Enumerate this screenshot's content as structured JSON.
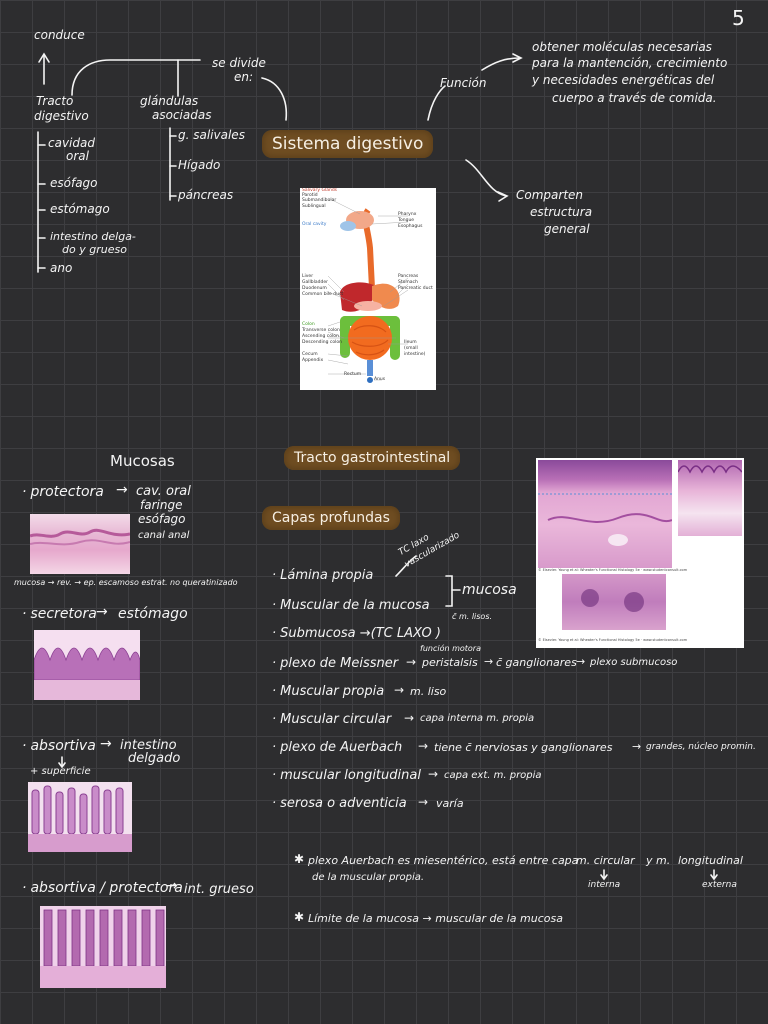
{
  "page_number": "5",
  "title": "Sistema digestivo",
  "top": {
    "conduce": "conduce",
    "se_divide": "se divide",
    "en": "en:",
    "funcion": "Función",
    "funcion_text": [
      "obtener moléculas necesarias",
      "para la mantención, crecimiento",
      "y necesidades energéticas del",
      "cuerpo a través de comida."
    ],
    "comparten": [
      "Comparten",
      "estructura",
      "general"
    ]
  },
  "tracto": {
    "title": [
      "Tracto",
      "digestivo"
    ],
    "items": [
      "cavidad",
      "oral",
      "esófago",
      "estómago",
      "intestino delga-",
      "do y grueso",
      "ano"
    ]
  },
  "glandulas": {
    "title": [
      "glándulas",
      "asociadas"
    ],
    "items": [
      "g. salivales",
      "Hígado",
      "páncreas"
    ]
  },
  "diagram_labels": {
    "left": [
      "Salivary Glands",
      "Parotid",
      "Submandibular",
      "Sublingual",
      "Oral cavity",
      "Liver",
      "Gallbladder",
      "Duodenum",
      "Common bile duct",
      "Colon",
      "Transverse colon",
      "Ascending colon",
      "Descending colon",
      "Cecum",
      "Appendix",
      "Rectum"
    ],
    "right": [
      "Pharynx",
      "Tongue",
      "Esophagus",
      "Pancreas",
      "Stomach",
      "Pancreatic duct",
      "Ileum",
      "(small intestine)",
      "Anus"
    ]
  },
  "mucosas": {
    "title": "Mucosas",
    "protectora": "protectora",
    "protectora_targets": [
      "cav. oral",
      "faringe",
      "esófago",
      "canal anal"
    ],
    "protectora_note": "mucosa → rev. → ep. escamoso estrat. no queratinizado",
    "secretora": "secretora",
    "secretora_target": "estómago",
    "absortiva": "absortiva",
    "absortiva_target": [
      "intestino",
      "delgado"
    ],
    "absortiva_note": "+ superficie",
    "absortiva_protectora": "absortiva / protectora",
    "absortiva_protectora_target": "int. grueso"
  },
  "tracto_gi": {
    "title": "Tracto gastrointestinal",
    "capas_title": "Capas profundas",
    "lamina": "Lámina propia",
    "lamina_note": [
      "TC laxo",
      "vascularizado"
    ],
    "muscular_mucosa": "Muscular de la mucosa",
    "mucosa_label": "mucosa",
    "mucosa_note": "c̄ m. lisos.",
    "submucosa": "Submucosa →(TC LAXO )",
    "funcion_motora": "función motora",
    "meissner": "plexo de Meissner",
    "meissner_a": "peristalsis",
    "meissner_b": "c̄ ganglionares",
    "meissner_c": "plexo submucoso",
    "muscular_propia": "Muscular propia",
    "muscular_propia_b": "m. liso",
    "muscular_circular": "Muscular circular",
    "muscular_circular_b": "capa interna m. propia",
    "auerbach": "plexo de Auerbach",
    "auerbach_b": "tiene c̄ nerviosas y ganglionares",
    "auerbach_c": "grandes, núcleo promin.",
    "longitudinal": "muscular longitudinal",
    "longitudinal_b": "capa ext. m. propia",
    "serosa": "serosa o adventicia",
    "serosa_b": "varía",
    "note1_a": "plexo Auerbach es miesentérico, está entre capa",
    "note1_b": "m. circular",
    "note1_c": "y m.",
    "note1_d": "longitudinal",
    "note1_e": "de la muscular propia.",
    "note1_interna": "interna",
    "note1_externa": "externa",
    "note2": "Límite de la mucosa → muscular de la mucosa",
    "histo_credit": "© Elsevier. Young et al: Wheater's Functional Histology 5e · www.studentconsult.com"
  },
  "colors": {
    "highlight": "#6f4d22",
    "background": "#2d2d2f",
    "grid": "#3e3e41",
    "histo_pink": "#d99bc9",
    "histo_purple": "#8a4a9a"
  }
}
